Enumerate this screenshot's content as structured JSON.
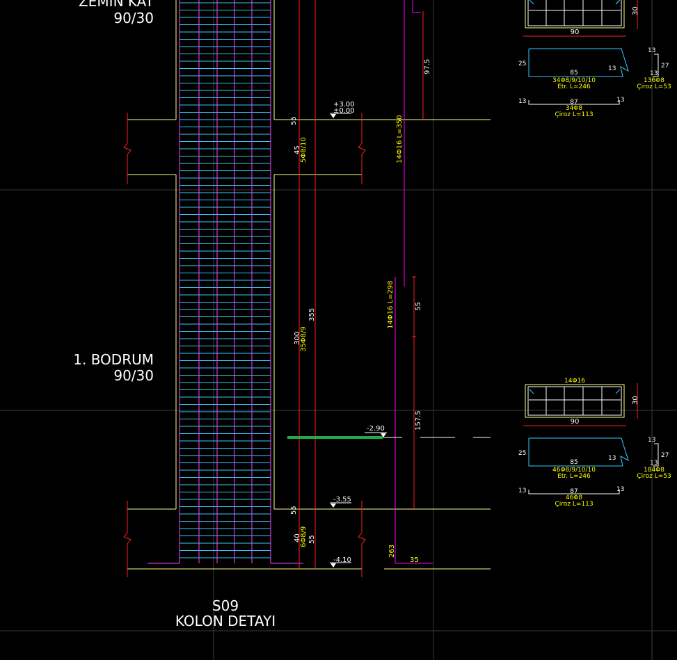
{
  "colors": {
    "background": "#000000",
    "grid": "#3a3a3a",
    "outline": "#ffff80",
    "red": "#ff2020",
    "magenta": "#ff00ff",
    "cyan": "#33ccff",
    "yellow": "#ffff00",
    "white": "#ffffff",
    "green": "#22aa44"
  },
  "floors": [
    {
      "name": "ZEMİN KAT",
      "size": "90/30"
    },
    {
      "name": "1. BODRUM",
      "size": "90/30"
    }
  ],
  "title": {
    "line1": "S09",
    "line2": "KOLON DETAYI"
  },
  "levels": {
    "zemin_top": "+3.00",
    "zemin_bottom": "±0.00",
    "bodrum_mid": "-2.90",
    "bodrum_bottom": "-3.55",
    "foundation": "-4.10"
  },
  "dimensions": {
    "d55_a": "55",
    "d45": "45",
    "stirrup_top": "5Φ8/10",
    "d355": "355",
    "d300": "300",
    "stirrup_mid": "35Φ8/9",
    "d55_b": "55",
    "d40": "40",
    "stirrup_bottom": "6Φ8/9",
    "d55_c": "55",
    "d97_5": "97.5",
    "bar_upper": "14Φ16   L=350",
    "bar_lower": "14Φ16   L=298",
    "d55_right": "55",
    "d157_5": "157.5",
    "d263": "263",
    "d35": "35"
  },
  "sections": [
    {
      "bars": "",
      "depth": "30",
      "width": "90",
      "stirrup_h": "25",
      "stirrup_w": "85",
      "hook": "13",
      "stirrup_spec": "34Φ8/9/10/10",
      "stirrup_len": "Etr. L=246",
      "tie_a": "13",
      "tie_b": "27",
      "tie_c": "13",
      "tie_spec": "136Φ8",
      "tie_len": "Çiroz L=53",
      "str_left": "13",
      "str_w": "87",
      "str_right": "13",
      "str_spec": "34Φ8",
      "str_len": "Çiroz L=113"
    },
    {
      "bars": "14Φ16",
      "depth": "30",
      "width": "90",
      "stirrup_h": "25",
      "stirrup_w": "85",
      "hook": "13",
      "stirrup_spec": "46Φ8/9/10/10",
      "stirrup_len": "Etr. L=246",
      "tie_a": "13",
      "tie_b": "27",
      "tie_c": "13",
      "tie_spec": "184Φ8",
      "tie_len": "Çiroz L=53",
      "str_left": "13",
      "str_w": "87",
      "str_right": "13",
      "str_spec": "46Φ8",
      "str_len": "Çiroz L=113"
    }
  ]
}
